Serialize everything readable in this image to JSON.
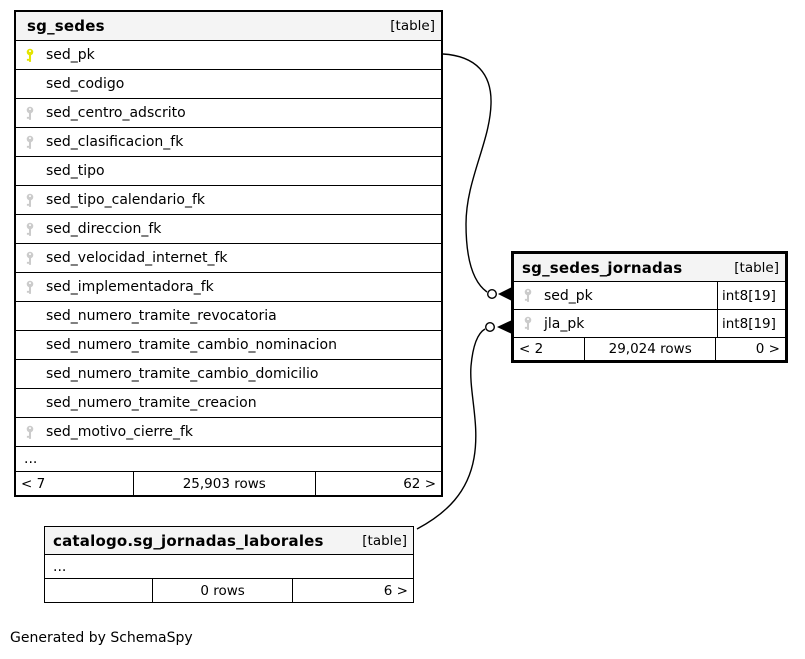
{
  "diagram": {
    "generated_note": "Generated by SchemaSpy",
    "colors": {
      "header_bg": "#f4f4f4",
      "border": "#000000",
      "primary_key_icon": "#e4e400",
      "foreign_key_icon": "#cbcbcb"
    },
    "relationships": [
      {
        "from": "sg_sedes.sed_pk",
        "to": "sg_sedes_jornadas.sed_pk"
      },
      {
        "from": "catalogo.sg_jornadas_laborales",
        "to": "sg_sedes_jornadas.jla_pk"
      }
    ],
    "tables": [
      {
        "name": "sg_sedes",
        "badge": "[table]",
        "columns": [
          {
            "name": "sed_pk",
            "key": "primary"
          },
          {
            "name": "sed_codigo",
            "key": "none"
          },
          {
            "name": "sed_centro_adscrito",
            "key": "foreign"
          },
          {
            "name": "sed_clasificacion_fk",
            "key": "foreign"
          },
          {
            "name": "sed_tipo",
            "key": "none"
          },
          {
            "name": "sed_tipo_calendario_fk",
            "key": "foreign"
          },
          {
            "name": "sed_direccion_fk",
            "key": "foreign"
          },
          {
            "name": "sed_velocidad_internet_fk",
            "key": "foreign"
          },
          {
            "name": "sed_implementadora_fk",
            "key": "foreign"
          },
          {
            "name": "sed_numero_tramite_revocatoria",
            "key": "none"
          },
          {
            "name": "sed_numero_tramite_cambio_nominacion",
            "key": "none"
          },
          {
            "name": "sed_numero_tramite_cambio_domicilio",
            "key": "none"
          },
          {
            "name": "sed_numero_tramite_creacion",
            "key": "none"
          },
          {
            "name": "sed_motivo_cierre_fk",
            "key": "foreign"
          }
        ],
        "ellipsis": "...",
        "footer": {
          "left": "< 7",
          "center": "25,903 rows",
          "right": "62 >"
        }
      },
      {
        "name": "sg_sedes_jornadas",
        "badge": "[table]",
        "columns": [
          {
            "name": "sed_pk",
            "key": "foreign",
            "type": "int8[19]"
          },
          {
            "name": "jla_pk",
            "key": "foreign",
            "type": "int8[19]"
          }
        ],
        "footer": {
          "left": "< 2",
          "center": "29,024 rows",
          "right": "0 >"
        }
      },
      {
        "name": "catalogo.sg_jornadas_laborales",
        "badge": "[table]",
        "ellipsis": "...",
        "footer": {
          "left": "",
          "center": "0 rows",
          "right": "6 >"
        }
      }
    ]
  }
}
